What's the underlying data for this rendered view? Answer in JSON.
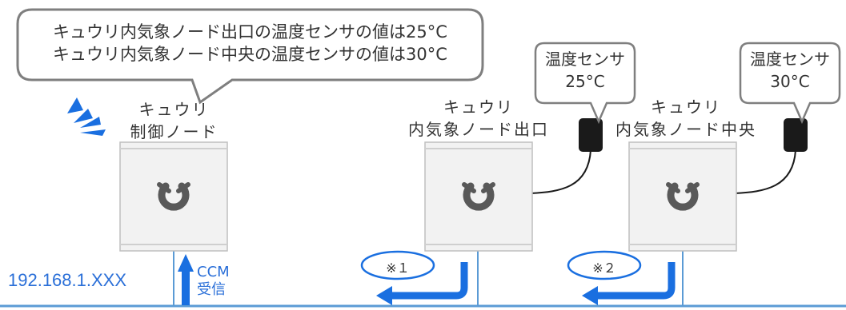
{
  "top_callout": {
    "line1": "キュウリ内気象ノード出口の温度センサの値は25°C",
    "line2": "キュウリ内気象ノード中央の温度センサの値は30°C"
  },
  "nodes": [
    {
      "line1": "キュウリ",
      "line2": "制御ノード"
    },
    {
      "line1": "キュウリ",
      "line2": "内気象ノード出口"
    },
    {
      "line1": "キュウリ",
      "line2": "内気象ノード中央"
    }
  ],
  "sensors": [
    {
      "line1": "温度センサ",
      "line2": "25°C"
    },
    {
      "line1": "温度センサ",
      "line2": "30°C"
    }
  ],
  "network": {
    "ip": "192.168.1.XXX",
    "receive_line1": "CCM",
    "receive_line2": "受信"
  },
  "badges": [
    "※１",
    "※２"
  ],
  "colors": {
    "blue": "#1a6fe0",
    "wire": "#5b9bd5",
    "box_fill": "#f2f2f2",
    "box_stroke": "#bfbfbf",
    "logo": "#595959",
    "sensor": "#1a1a1a"
  }
}
